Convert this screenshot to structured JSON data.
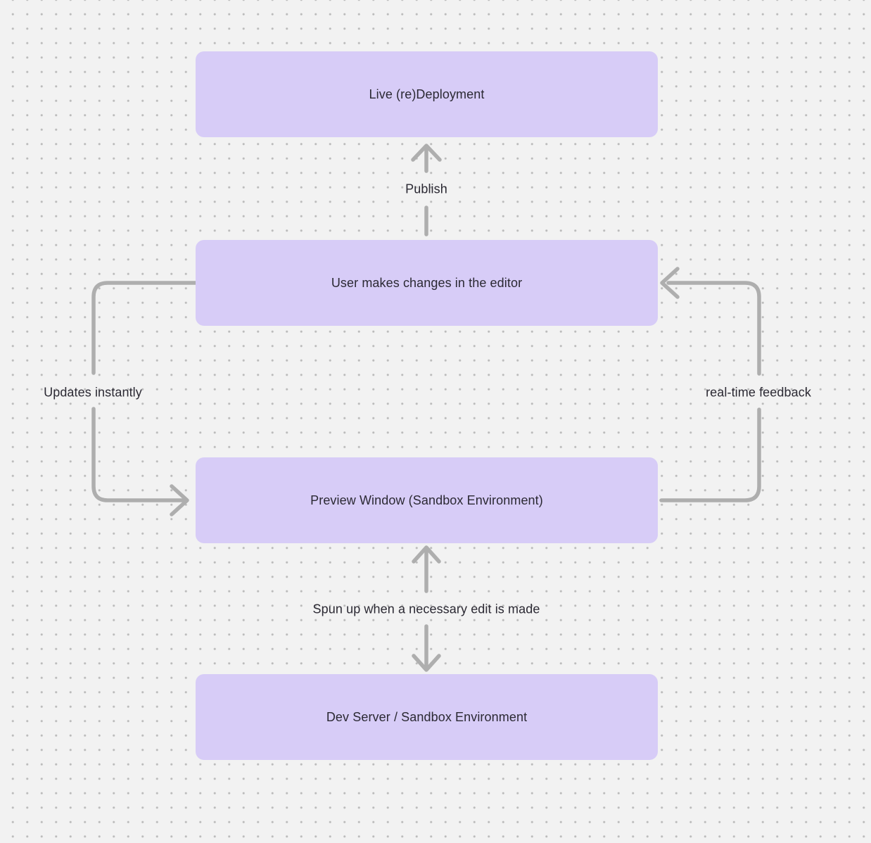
{
  "colors": {
    "canvas_bg": "#f2f2f2",
    "grid_dot": "#b9b9b9",
    "node_fill": "#d7ccf7",
    "node_text": "#2b2933",
    "connector": "#aeaeae",
    "edge_label_text": "#2b2933"
  },
  "diagram": {
    "nodes": [
      {
        "id": "live-redeployment",
        "label": "Live (re)Deployment"
      },
      {
        "id": "user-editor",
        "label": "User makes changes in the editor"
      },
      {
        "id": "preview-window",
        "label": "Preview Window (Sandbox Environment)"
      },
      {
        "id": "dev-server",
        "label": "Dev Server / Sandbox Environment"
      }
    ],
    "edges": [
      {
        "id": "publish",
        "label": "Publish",
        "from": "user-editor",
        "to": "live-redeployment",
        "direction": "up"
      },
      {
        "id": "updates-instantly",
        "label": "Updates instantly",
        "from": "user-editor",
        "to": "preview-window",
        "direction": "left-loop"
      },
      {
        "id": "real-time-feedback",
        "label": "real-time feedback",
        "from": "preview-window",
        "to": "user-editor",
        "direction": "right-loop"
      },
      {
        "id": "spun-up",
        "label": "Spun up when a necessary edit is made",
        "from": "preview-window",
        "to": "dev-server",
        "direction": "both"
      }
    ]
  }
}
